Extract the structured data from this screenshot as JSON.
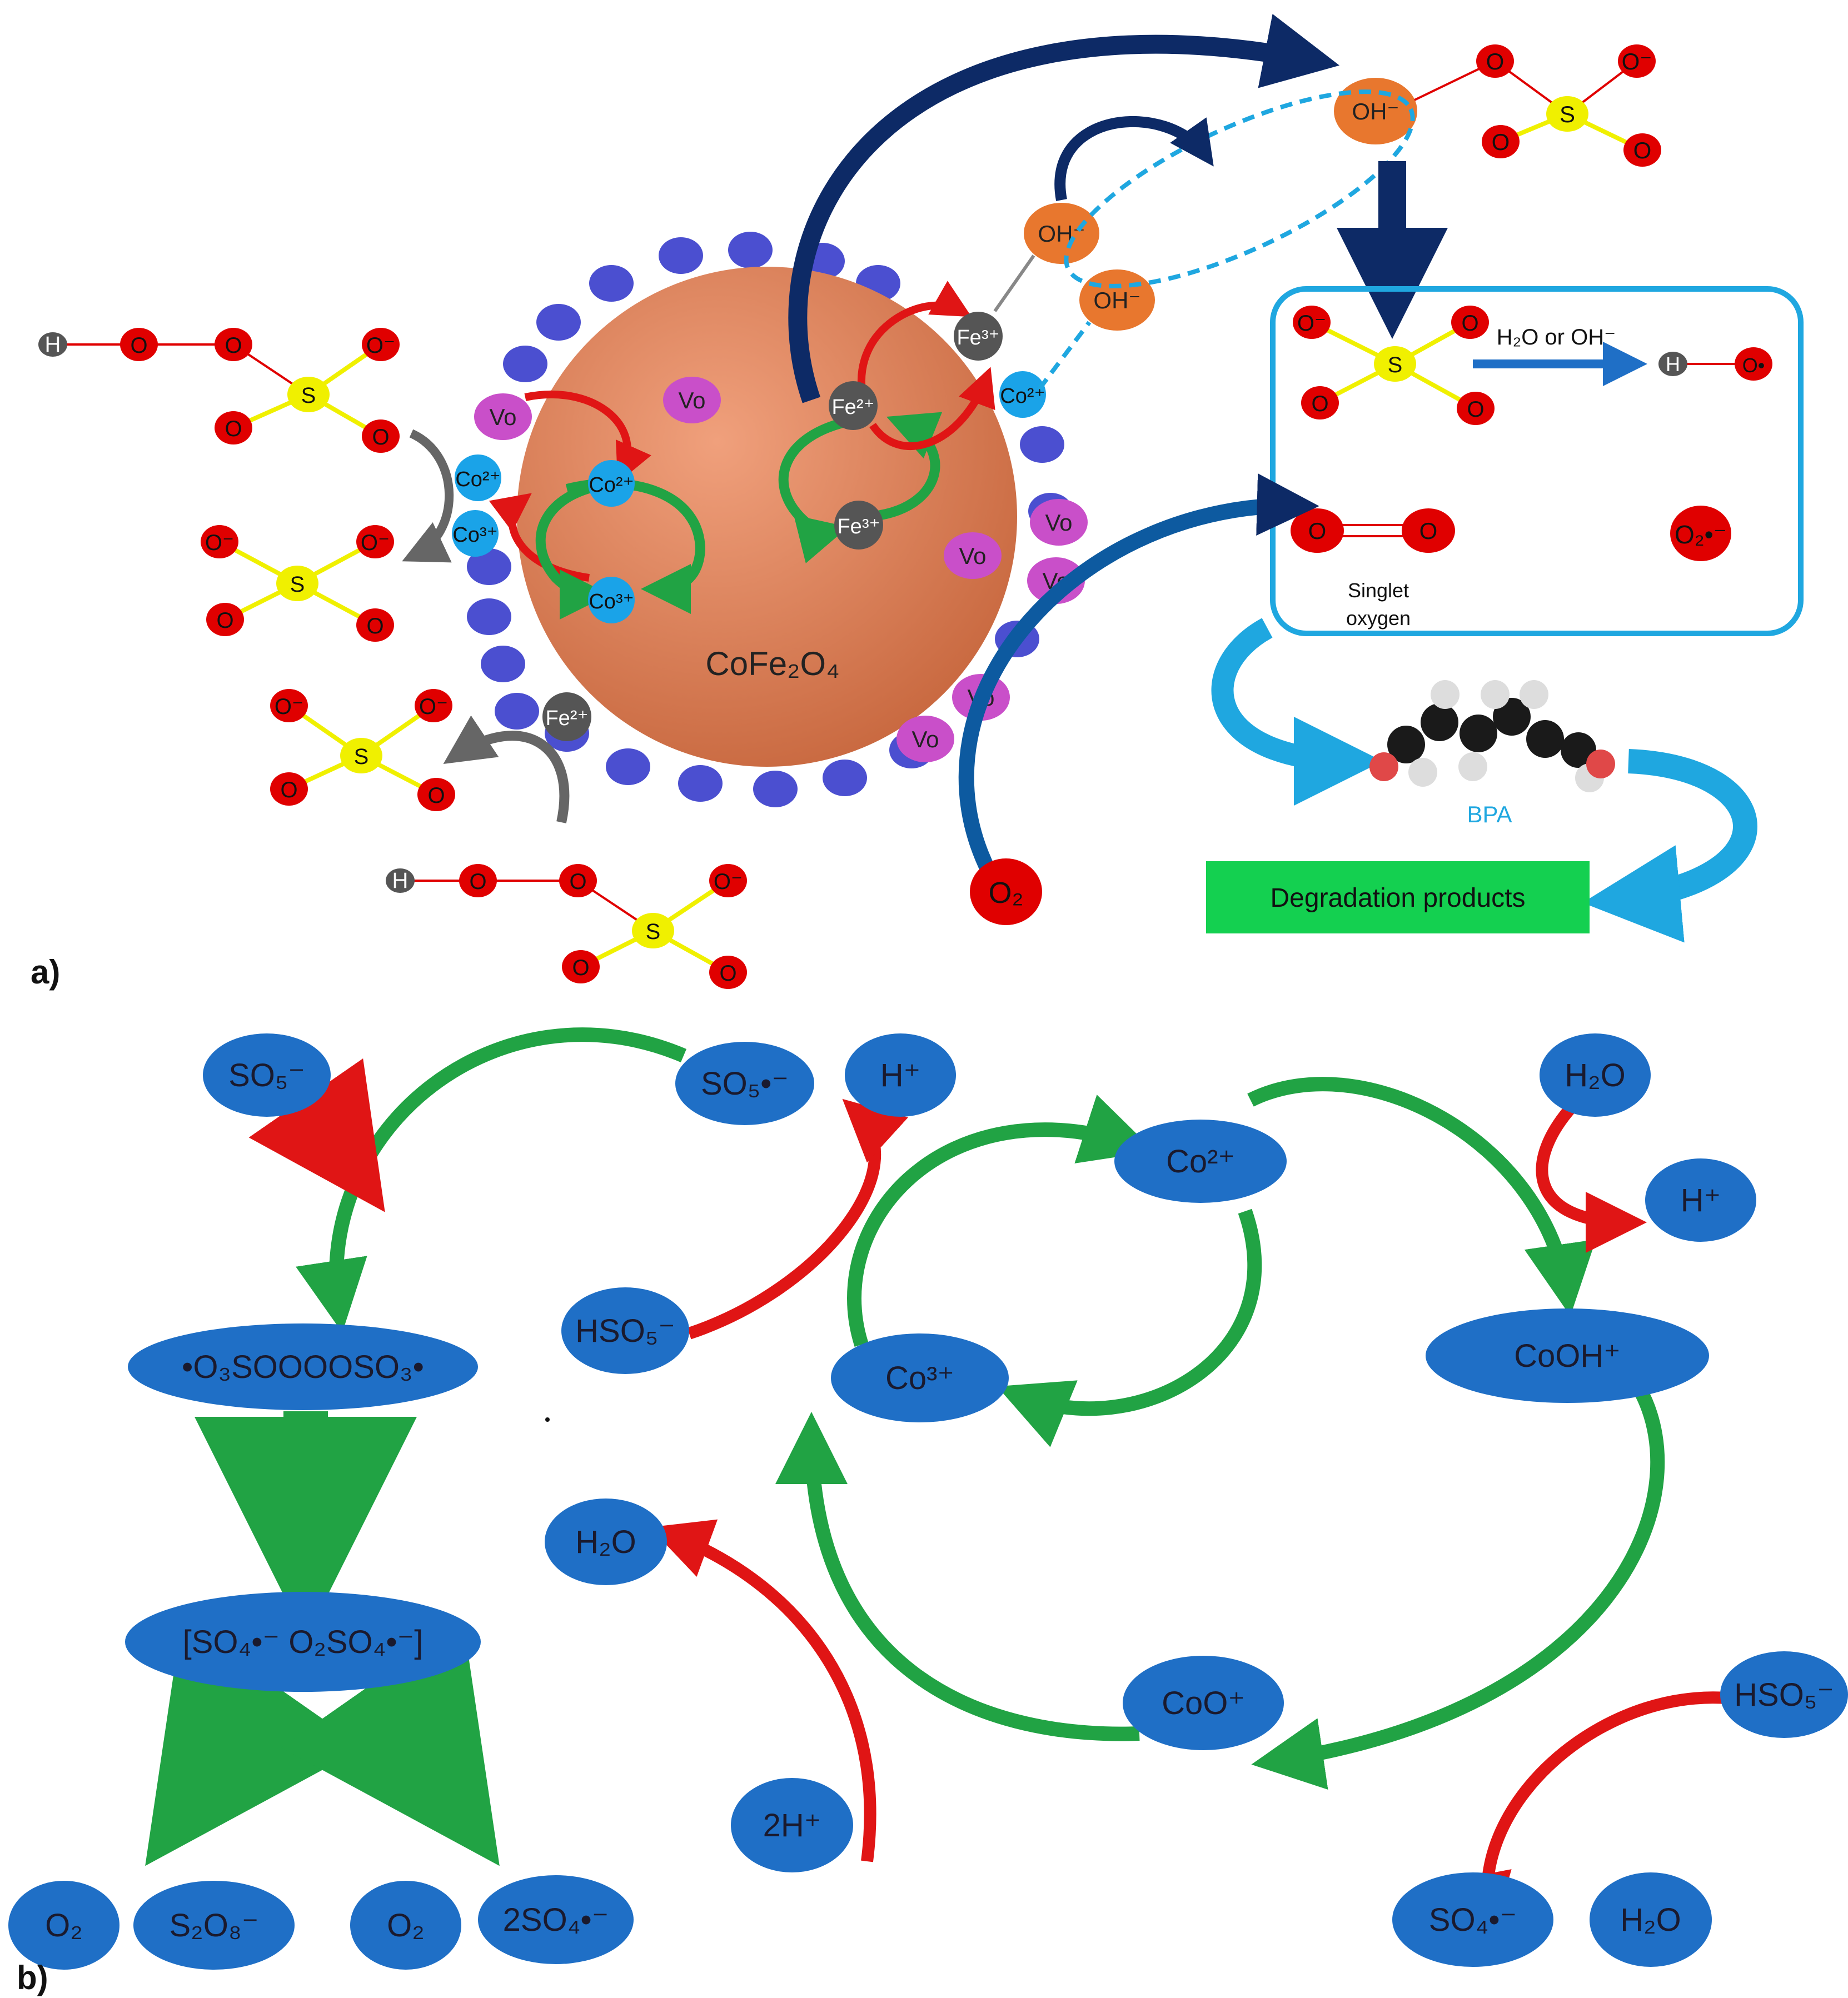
{
  "panel_a": {
    "label": "a)",
    "particle_label": "CoFe₂O₄",
    "vacancy_label": "Vo",
    "ion_co2": "Co²⁺",
    "ion_co3": "Co³⁺",
    "ion_fe2": "Fe²⁺",
    "ion_fe3": "Fe³⁺",
    "hydroxide": "OH⁻",
    "atom_h": "H",
    "atom_o": "O",
    "atom_o_radical": "O•",
    "atom_o_minus": "O⁻",
    "atom_s": "S",
    "o2_label": "O₂",
    "superoxide_label": "O₂•⁻",
    "box_arrow_label": "H₂O or OH⁻",
    "singlet_line1": "Singlet",
    "singlet_line2": "oxygen",
    "bpa_label": "BPA",
    "degradation_label": "Degradation products",
    "colors": {
      "particle": "#d9845e",
      "surface_dot": "#4b4fd0",
      "vacancy": "#c94fc9",
      "cobalt": "#1aa3e8",
      "iron": "#555555",
      "hydroxide": "#e8772e",
      "oxygen": "#e00000",
      "sulfur": "#f0f000",
      "green_arrow": "#21a344",
      "red_arrow": "#e01515",
      "navy_arrow": "#0d2a66",
      "light_blue": "#1fa7e0",
      "green_box": "#14d050"
    }
  },
  "panel_b": {
    "label": "b)",
    "nodes": {
      "so5_minus": "SO₅⁻",
      "so5_radical": "SO₅•⁻",
      "h_plus_top": "H⁺",
      "h2o_top": "H₂O",
      "h_plus_right": "H⁺",
      "tetroxide": "•O₃SOOOOSO₃•",
      "hso5_left": "HSO₅⁻",
      "co2": "Co²⁺",
      "co3": "Co³⁺",
      "cooh": "CoOH⁺",
      "bracket": "[SO₄•⁻ O₂SO₄•⁻]",
      "h2o_left": "H₂O",
      "hso5_right": "HSO₅⁻",
      "coo": "CoO⁺",
      "two_h": "2H⁺",
      "o2_a": "O₂",
      "s2o8": "S₂O₈⁻",
      "o2_b": "O₂",
      "two_so4": "2SO₄•⁻",
      "so4_radical": "SO₄•⁻",
      "h2o_bottom": "H₂O"
    },
    "colors": {
      "node_fill": "#1f6fc6",
      "node_text": "#1a1a2e",
      "green_arrow": "#21a344",
      "red_arrow": "#e01515"
    }
  }
}
